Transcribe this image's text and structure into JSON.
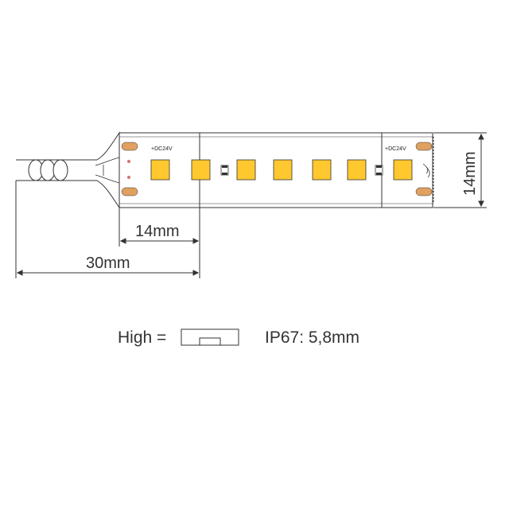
{
  "strip": {
    "voltage_label_left": "+DC24V",
    "voltage_label_right": "+DC24V",
    "led_color": "#FFC82E",
    "pad_color": "#E0A060",
    "outline_color": "#333333"
  },
  "dimensions": {
    "connector_width": "14mm",
    "total_length": "30mm",
    "height": "14mm"
  },
  "legend": {
    "high_label": "High =",
    "ip_rating": "IP67: 5,8mm"
  }
}
